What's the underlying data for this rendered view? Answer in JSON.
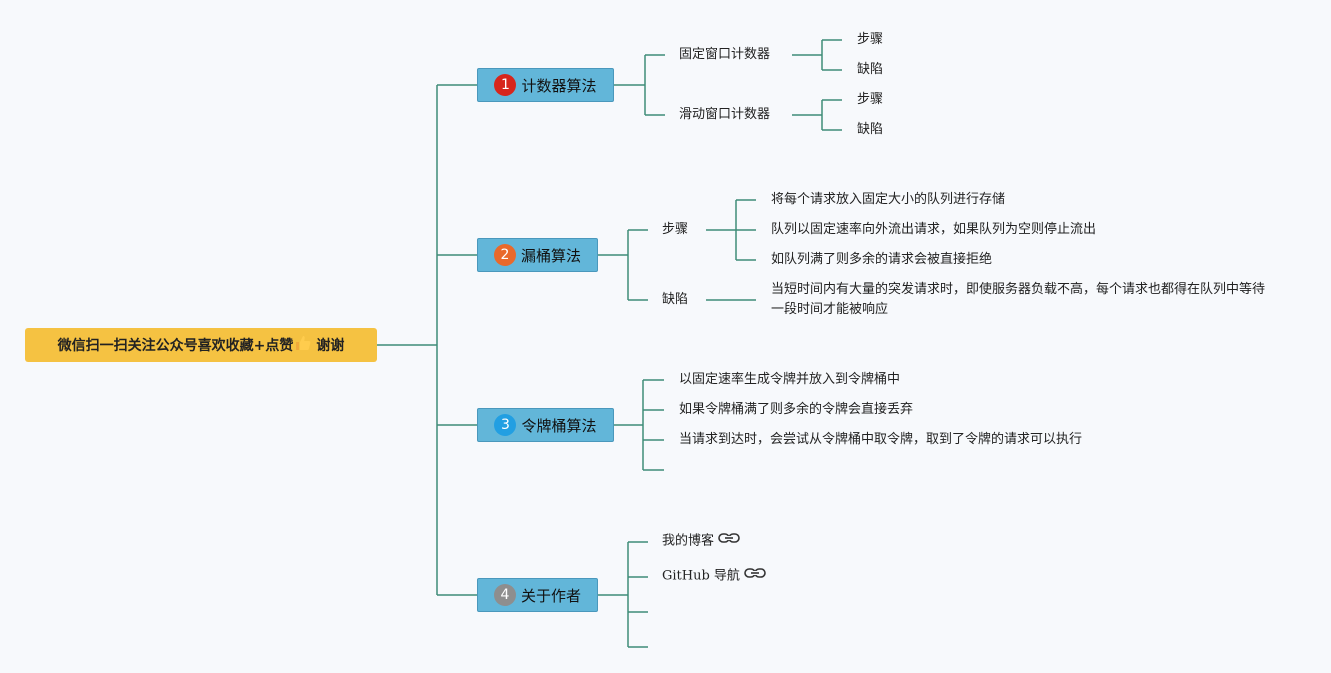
{
  "root": {
    "label": "微信扫一扫关注公众号喜欢收藏+点赞",
    "label_after": "谢谢",
    "icon": "thumbs-up-icon"
  },
  "branches": [
    {
      "number": "1",
      "badge_color": "#d7261c",
      "label": "计数器算法",
      "children": [
        {
          "label": "固定窗口计数器",
          "children": [
            "步骤",
            "缺陷"
          ]
        },
        {
          "label": "滑动窗口计数器",
          "children": [
            "步骤",
            "缺陷"
          ]
        }
      ]
    },
    {
      "number": "2",
      "badge_color": "#e9692b",
      "label": "漏桶算法",
      "children": [
        {
          "label": "步骤",
          "children": [
            "将每个请求放入固定大小的队列进行存储",
            "队列以固定速率向外流出请求，如果队列为空则停止流出",
            "如队列满了则多余的请求会被直接拒绝"
          ]
        },
        {
          "label": "缺陷",
          "children": [
            "当短时间内有大量的突发请求时，即使服务器负载不高，每个请求也都得在队列中等待一段时间才能被响应"
          ]
        }
      ]
    },
    {
      "number": "3",
      "badge_color": "#229fe2",
      "label": "令牌桶算法",
      "children": [
        "以固定速率生成令牌并放入到令牌桶中",
        "如果令牌桶满了则多余的令牌会直接丢弃",
        "当请求到达时，会尝试从令牌桶中取令牌，取到了令牌的请求可以执行",
        ""
      ]
    },
    {
      "number": "4",
      "badge_color": "#8e8e8e",
      "label": "关于作者",
      "children": [
        "我的博客",
        "GitHub 导航",
        "",
        ""
      ]
    }
  ],
  "colors": {
    "line": "#3f8c78",
    "root_bg": "#f5c242",
    "node_bg": "#62b6d9"
  }
}
